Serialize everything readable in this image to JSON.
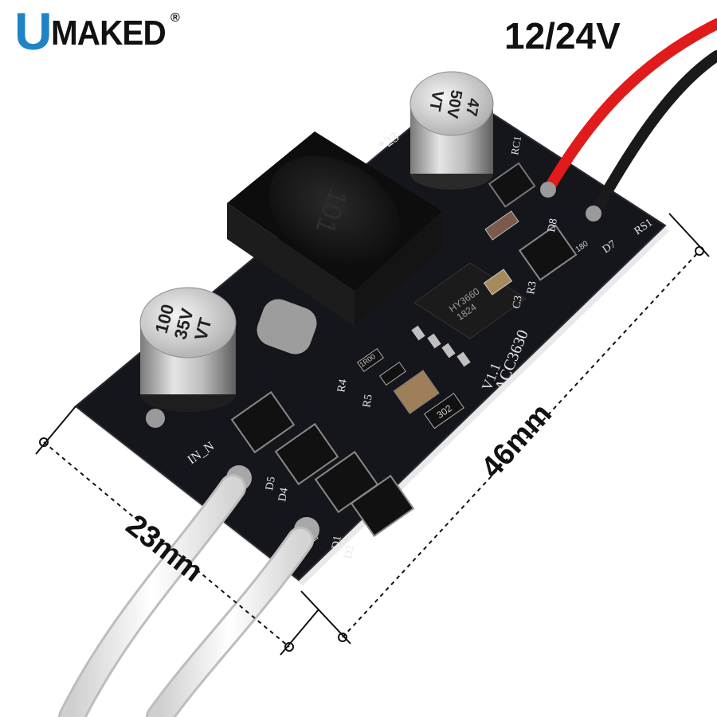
{
  "brand": {
    "initial": "U",
    "rest": "MAKED",
    "registered": "®"
  },
  "voltage_label": "12/24V",
  "dimensions": {
    "width_label": "23mm",
    "length_label": "46mm"
  },
  "board": {
    "chip_model": "ACC3630",
    "version": "V1.1",
    "ic_marking": "HY3660",
    "ic_date": "1824",
    "inductor_marking": "101",
    "marking_23": "*23",
    "resistor_302": "302",
    "resistor_180": "180",
    "resistor_1r00": "1R00",
    "labels": {
      "in_n": "IN_N",
      "in_l": "IN_L",
      "rs1": "RS1",
      "rc1": "RC1",
      "d1": "D1",
      "d2": "D2",
      "d4": "D4",
      "d5": "D5",
      "d7": "D7",
      "d8": "D8",
      "r3": "R3",
      "r4": "R4",
      "r5": "R5",
      "c3": "C3"
    }
  },
  "capacitors": {
    "large": {
      "value": "47",
      "voltage": "50V",
      "series": "VT"
    },
    "small": {
      "value": "100",
      "voltage": "35V",
      "series": "VT"
    }
  },
  "colors": {
    "board": "#15161c",
    "silkscreen": "#e8e8e8",
    "brand_blue": "#1f83c6",
    "wire_red": "#e11b1b",
    "wire_black": "#1a1a1a",
    "wire_white": "#efefef"
  }
}
